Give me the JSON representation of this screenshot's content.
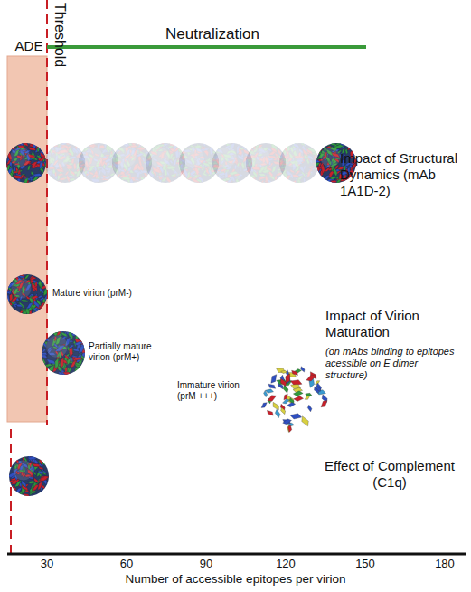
{
  "diagram": {
    "labels": [
      "Threshold",
      "ADE",
      "Neutralization",
      "Impact of Structural Dynamics (mAb 1A1D-2)",
      "Mature virion (prM-)",
      "Partially mature virion (prM+)",
      "Immature virion (prM +++)",
      "Impact of Virion Maturation",
      "(on mAbs binding to epitopes acessible on E dimer structure)",
      "Effect of Complement (C1q)",
      "30",
      "60",
      "90",
      "120",
      "150",
      "180",
      "Number of accessible epitopes per virion"
    ]
  }
}
